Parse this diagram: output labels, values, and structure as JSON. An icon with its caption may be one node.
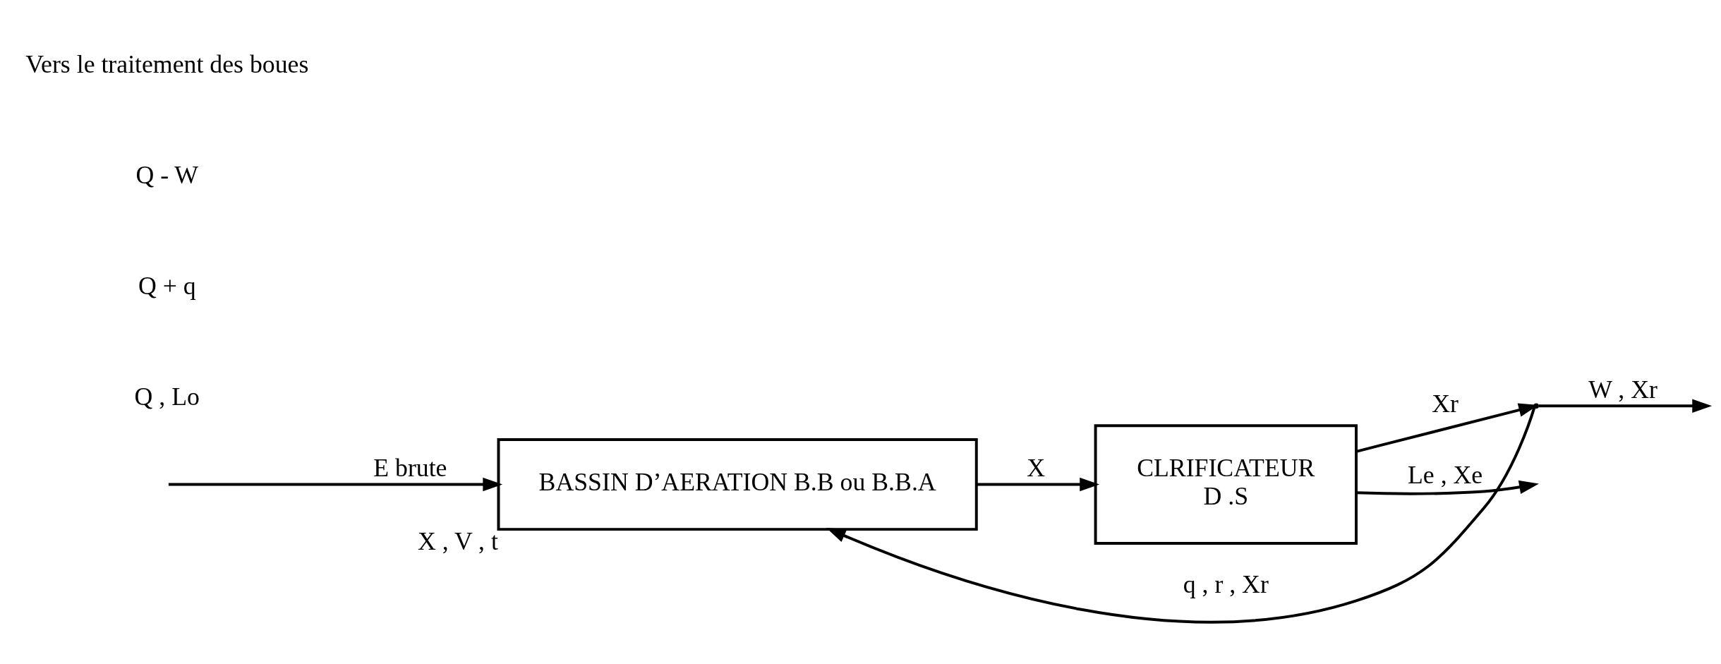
{
  "diagram": {
    "nodes": [
      {
        "text": [
          "BASSIN D’AERATION B.B ou B.B.A"
        ],
        "beside": [
          "X , V , t"
        ]
      },
      {
        "text": [
          "CLRIFICATEUR",
          "D .S"
        ]
      },
      {
        "text": [],
        "shape": "point"
      }
    ],
    "edges": [
      {
        "from": null,
        "to": 0,
        "arrow": "to",
        "label": "E brute"
      },
      {
        "from": 0,
        "to": 1,
        "arrow": "to",
        "label": "X"
      },
      {
        "from": 1,
        "to": null,
        "arrow": "to",
        "label": "Le , Xe"
      },
      {
        "from": 1,
        "to": 2,
        "arrow": "to",
        "label": "Xr"
      },
      {
        "from": 2,
        "to": 0,
        "arrow": "to",
        "label": "q , r , Xr"
      },
      {
        "from": 2,
        "to": null,
        "arrow": "to",
        "label": "W , Xr"
      }
    ],
    "labels": [
      "Q , Lo",
      "Q + q",
      "Q - W",
      "Vers le traitement des boues"
    ]
  }
}
